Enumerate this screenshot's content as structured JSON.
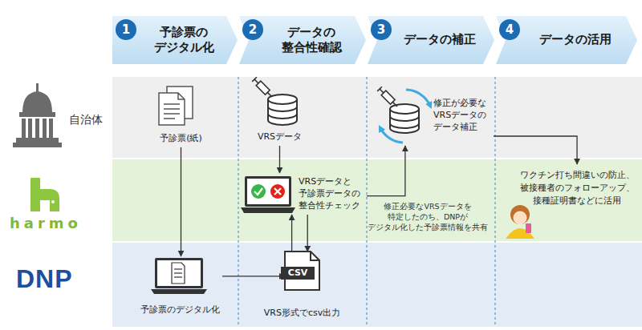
{
  "diagram": {
    "nodes": [
      {
        "text": [
          "予診票の デジタル化"
        ]
      },
      {
        "text": [
          "1"
        ],
        "in": 0
      },
      {
        "text": [
          "データの 整合性確認"
        ]
      },
      {
        "text": [
          "2"
        ],
        "in": 2
      },
      {
        "text": [
          "データの補正"
        ]
      },
      {
        "text": [
          "3"
        ],
        "in": 4
      },
      {
        "text": [
          "データの活用"
        ]
      },
      {
        "text": [
          "4"
        ],
        "in": 6
      },
      {
        "text": [
          "自治体"
        ]
      },
      {
        "text": [
          "harmo"
        ]
      },
      {
        "text": [
          "DNP"
        ]
      },
      {
        "text": [
          "予診票(紙)"
        ],
        "in": 8
      },
      {
        "text": [
          "VRSデータ"
        ],
        "in": 8
      },
      {
        "text": [
          "修正が必要な VRSデータの データ補正"
        ],
        "in": 8
      },
      {
        "text": [
          "VRSデータと 予診票データの 整合性チェック"
        ],
        "in": 9
      },
      {
        "text": [
          "ワクチン打ち間違いの防止、被接種者のフォローアップ、接種証明書などに活用"
        ],
        "in": 9
      },
      {
        "text": [
          "予診票のデジタル化"
        ],
        "in": 10
      },
      {
        "text": [
          "CSV",
          "VRS形式でcsv出力"
        ],
        "in": 10
      }
    ],
    "edges": [
      {
        "from": 11,
        "to": 16,
        "arrow": "to"
      },
      {
        "from": 16,
        "to": 17,
        "arrow": "to"
      },
      {
        "from": 12,
        "to": 14,
        "arrow": "to"
      },
      {
        "from": 17,
        "to": 14,
        "arrow": "to"
      },
      {
        "from": 14,
        "to": 17,
        "arrow": "to"
      },
      {
        "from": 14,
        "to": 13,
        "arrow": "to",
        "label": "修正必要なVRSデータを 特定したのち、DNPが デジタル化した予診票情報を共有"
      },
      {
        "from": 13,
        "to": 15,
        "arrow": "to"
      }
    ]
  }
}
